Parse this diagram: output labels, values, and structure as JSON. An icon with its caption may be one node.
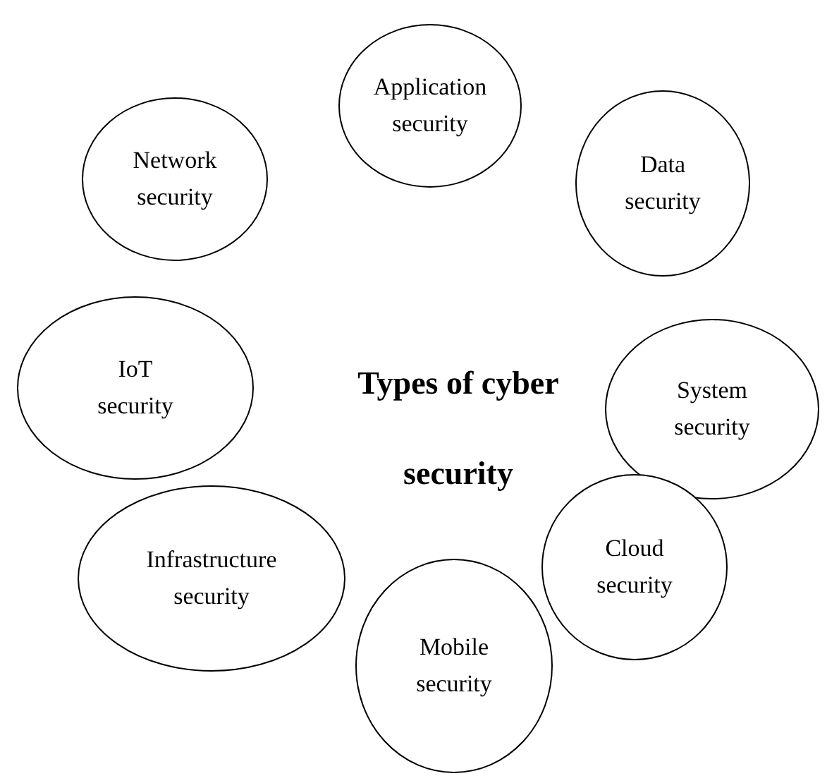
{
  "diagram": {
    "title": "Types of cyber security",
    "nodes": [
      {
        "text": [
          "Application security"
        ]
      },
      {
        "text": [
          "Network security"
        ]
      },
      {
        "text": [
          "Data security"
        ]
      },
      {
        "text": [
          "IoT security"
        ]
      },
      {
        "text": [
          "System security"
        ]
      },
      {
        "text": [
          "Infrastructure security"
        ]
      },
      {
        "text": [
          "Cloud security"
        ]
      },
      {
        "text": [
          "Mobile security"
        ]
      }
    ]
  }
}
